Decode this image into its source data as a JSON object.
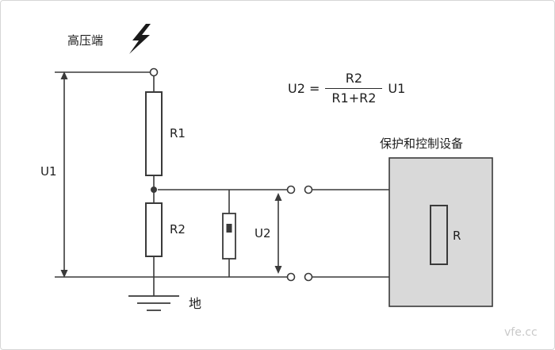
{
  "diagram": {
    "labels": {
      "high_voltage": "高压端",
      "u1": "U1",
      "r1": "R1",
      "r2": "R2",
      "u2": "U2",
      "ground": "地",
      "device_title": "保护和控制设备",
      "r": "R"
    },
    "formula": {
      "lhs": "U2 =",
      "numerator": "R2",
      "denominator": "R1+R2",
      "rhs": "U1"
    },
    "watermark": "vfe.cc",
    "colors": {
      "wire": "#3a3a3a",
      "device_box_fill": "#d9d9d9",
      "watermark_text": "#c9c9c9",
      "background": "#ffffff"
    }
  }
}
